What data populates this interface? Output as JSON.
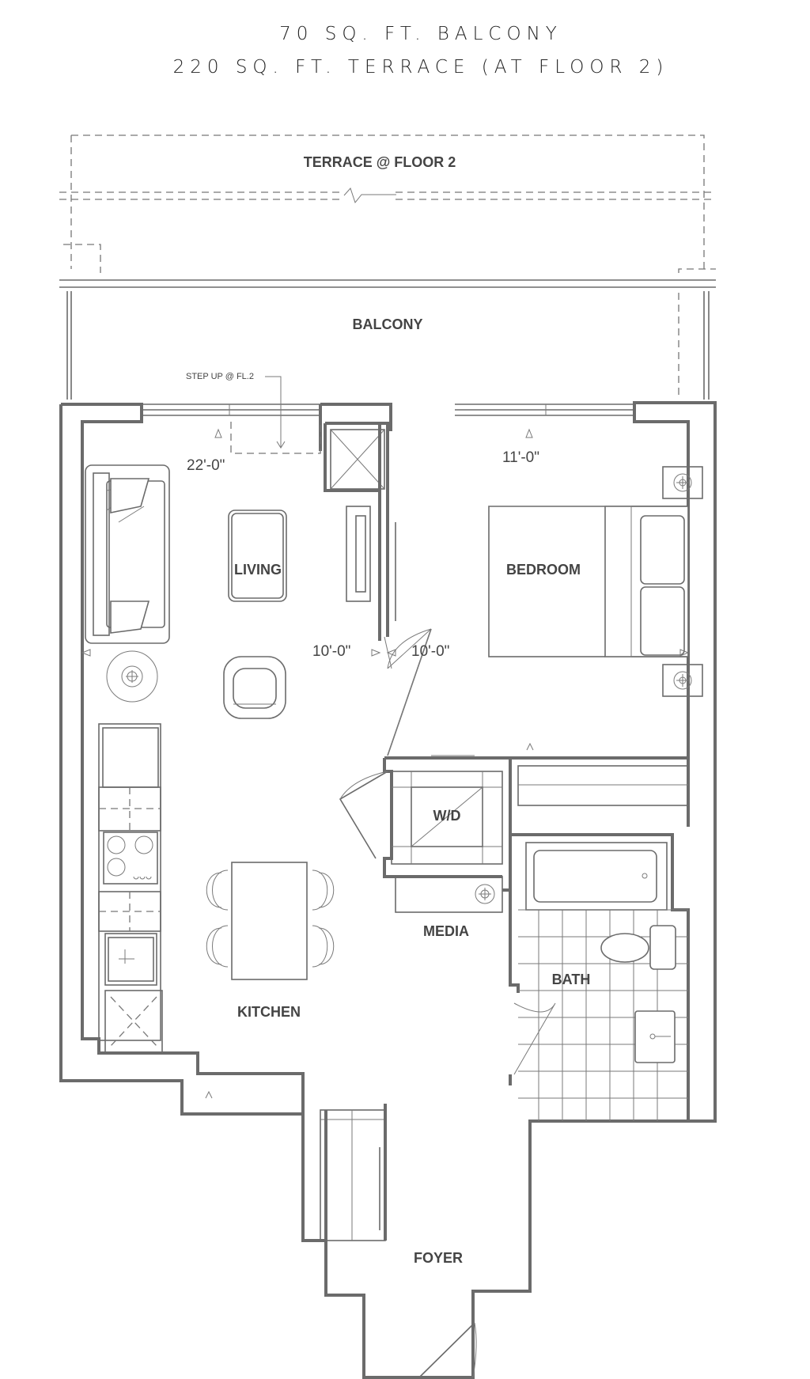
{
  "header": {
    "line1": "70 SQ. FT. BALCONY",
    "line2": "220 SQ. FT. TERRACE (AT FLOOR 2)"
  },
  "labels": {
    "terrace": "TERRACE @ FLOOR 2",
    "balcony": "BALCONY",
    "step_up": "STEP UP @ FL.2",
    "living": "LIVING",
    "bedroom": "BEDROOM",
    "wd": "W/D",
    "media": "MEDIA",
    "bath": "BATH",
    "kitchen": "KITCHEN",
    "foyer": "FOYER"
  },
  "dimensions": {
    "living_width": "22'-0\"",
    "living_depth": "10'-0\"",
    "bedroom_width": "11'-0\"",
    "bedroom_depth": "10'-0\""
  },
  "colors": {
    "line": "#6b6b6b",
    "text": "#444444",
    "background": "#ffffff"
  }
}
